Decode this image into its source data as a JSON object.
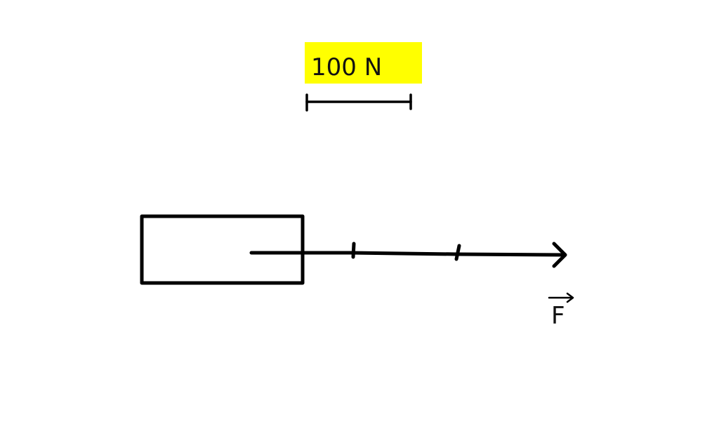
{
  "scale": {
    "label": "100 N",
    "highlight_color": "#ffff00"
  },
  "force": {
    "symbol": "F",
    "vector_arrow": "→",
    "magnitude_in_scale_units": 3
  },
  "colors": {
    "ink": "#000000",
    "background": "#ffffff"
  }
}
